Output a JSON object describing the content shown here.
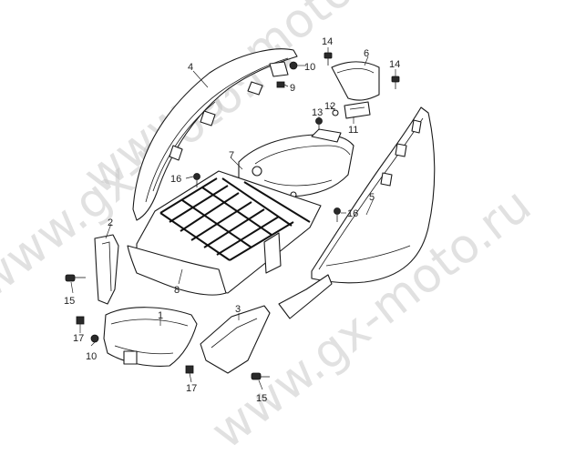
{
  "watermark": "www.gx-moto.ru",
  "callouts": [
    {
      "id": "c1",
      "label": "1"
    },
    {
      "id": "c2",
      "label": "2"
    },
    {
      "id": "c3",
      "label": "3"
    },
    {
      "id": "c4",
      "label": "4"
    },
    {
      "id": "c5",
      "label": "5"
    },
    {
      "id": "c6",
      "label": "6"
    },
    {
      "id": "c7",
      "label": "7"
    },
    {
      "id": "c8",
      "label": "8"
    },
    {
      "id": "c9",
      "label": "9"
    },
    {
      "id": "c10a",
      "label": "10"
    },
    {
      "id": "c10b",
      "label": "10"
    },
    {
      "id": "c11",
      "label": "11"
    },
    {
      "id": "c12",
      "label": "12"
    },
    {
      "id": "c13",
      "label": "13"
    },
    {
      "id": "c14a",
      "label": "14"
    },
    {
      "id": "c14b",
      "label": "14"
    },
    {
      "id": "c15a",
      "label": "15"
    },
    {
      "id": "c15b",
      "label": "15"
    },
    {
      "id": "c16a",
      "label": "16"
    },
    {
      "id": "c16b",
      "label": "16"
    },
    {
      "id": "c17a",
      "label": "17"
    },
    {
      "id": "c17b",
      "label": "17"
    }
  ]
}
